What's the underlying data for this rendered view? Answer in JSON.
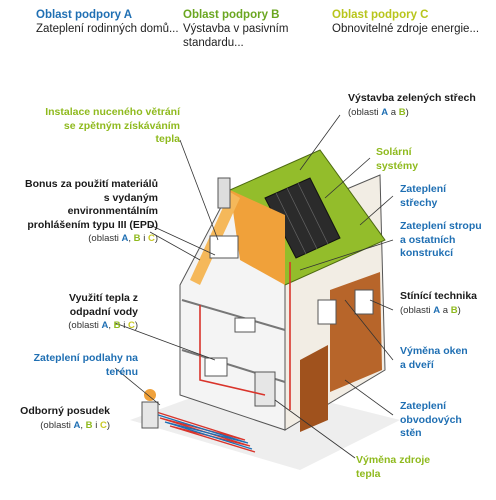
{
  "headers": {
    "a": {
      "title": "Oblast podpory A",
      "desc": "Zateplení rodinných domů...",
      "color": "#1f6fb3"
    },
    "b": {
      "title": "Oblast podpory B",
      "desc": "Výstavba v pasivním standardu...",
      "color": "#6aa620"
    },
    "c": {
      "title": "Oblast podpory C",
      "desc": "Obnovitelné zdroje energie...",
      "color": "#b8c51c"
    }
  },
  "labels": {
    "nucene_vetrani": "Instalace nuceného větrání se zpětným získáváním tepla",
    "bonus": "Bonus za použití materiálů s vydaným environmentálním prohlášením typu III (EPD)",
    "bonus_sub": "(oblasti",
    "vyuziti_tepla": "Využití tepla z odpadní vody",
    "vyuziti_sub": "(oblasti",
    "podlahy": "Zateplení podlahy na terénu",
    "odborny": "Odborný posudek",
    "odborny_sub": "(oblasti",
    "zelene_strechy": "Výstavba zelených střech",
    "zelene_sub": "(oblasti",
    "solarni": "Solární systémy",
    "strechy": "Zateplení střechy",
    "stropu": "Zateplení stropu a ostatních konstrukcí",
    "stinici": "Stínící technika",
    "stinici_sub": "(oblasti",
    "okna": "Výměna oken a dveří",
    "obvodove": "Zateplení obvodových stěn",
    "zdroje": "Výměna zdroje tepla",
    "letter_a": "A",
    "letter_b": "B",
    "letter_c": "C",
    "conj_a": "a",
    "conj_i": "i",
    "close": ")",
    "comma": ","
  },
  "colors": {
    "blue": "#1f6fb3",
    "green": "#8fba1e",
    "yellow_green": "#c9c924",
    "roof_green": "#93bd2b",
    "insulation_orange": "#f0a13a",
    "wall_brown": "#a0521d",
    "pipe_red": "#d9342b"
  }
}
